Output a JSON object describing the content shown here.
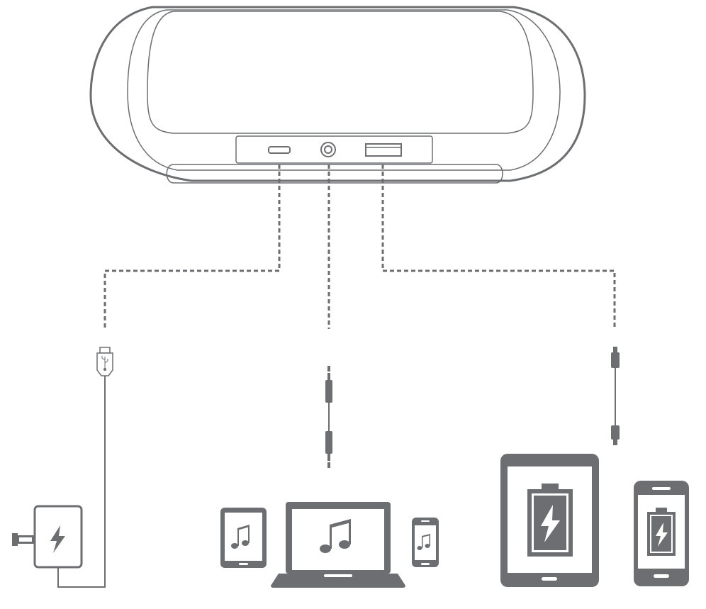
{
  "diagram": {
    "connections": [
      {
        "port": "micro-usb-port",
        "cable": "usb-cable",
        "device": "wall-charger"
      },
      {
        "port": "aux-in-jack",
        "cable": "aux-cable",
        "device": "audio-sources"
      },
      {
        "port": "usb-charge-out-port",
        "cable": "usb-charge-cable",
        "device": "mobile-devices"
      }
    ],
    "icons": {
      "power": "lightning-bolt-icon",
      "music": "music-note-icon",
      "battery": "battery-charging-icon",
      "usb": "usb-symbol-icon"
    }
  },
  "colors": {
    "outline": "#6d6e71",
    "device_fill": "#6d6e71",
    "screen_fill": "#ffffff",
    "background": "#ffffff"
  }
}
